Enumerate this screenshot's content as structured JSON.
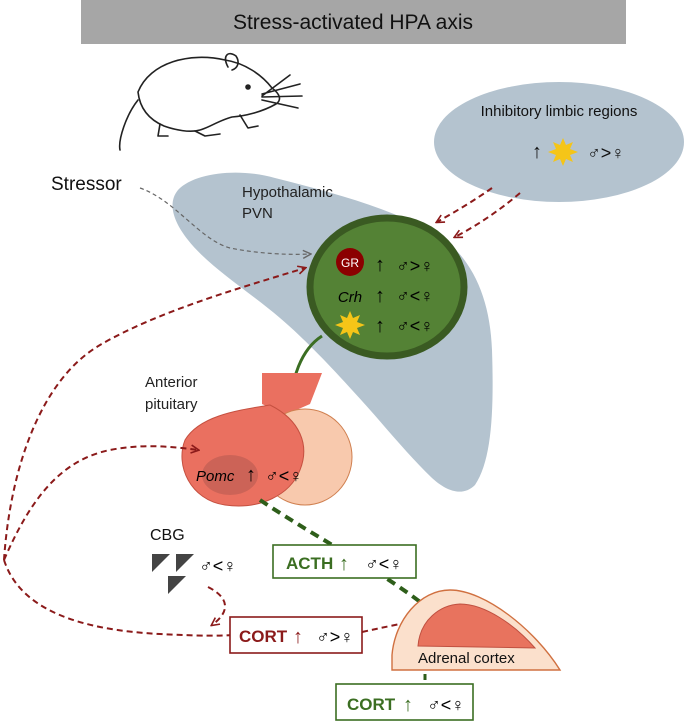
{
  "title": "Stress-activated HPA axis",
  "labels": {
    "stressor": "Stressor",
    "limbic": "Inhibitory limbic regions",
    "pvn_line1": "Hypothalamic",
    "pvn_line2": "PVN",
    "pit_line1": "Anterior",
    "pit_line2": "pituitary",
    "cbg": "CBG",
    "adrenal": "Adrenal cortex"
  },
  "limbic_row": {
    "arrow": "↑",
    "sex": "♂>♀"
  },
  "pvn_rows": [
    {
      "badge": "GR",
      "arrow": "↑",
      "sex": "♂>♀"
    },
    {
      "gene": "Crh",
      "arrow": "↑",
      "sex": "♂<♀"
    },
    {
      "arrow": "↑",
      "sex": "♂<♀"
    }
  ],
  "pomc": {
    "gene": "Pomc",
    "arrow": "↑",
    "sex": "♂<♀"
  },
  "cbg_sex": "♂<♀",
  "boxes": {
    "acth": {
      "label": "ACTH",
      "arrow": "↑",
      "sex": "♂<♀"
    },
    "cort_red": {
      "label": "CORT",
      "arrow": "↑",
      "sex": "♂>♀"
    },
    "cort_green": {
      "label": "CORT",
      "arrow": "↑",
      "sex": "♂<♀"
    }
  },
  "colors": {
    "title_bg": "#a6a6a6",
    "region_grey": "#b4c3cf",
    "pvn_fill": "#548235",
    "pvn_border": "#3a5a22",
    "gr_badge": "#8b0000",
    "pituitary_dark": "#ea7060",
    "pituitary_light": "#f8c9ad",
    "adrenal_outer": "#fbe0cc",
    "adrenal_inner": "#e8735e",
    "feedback_red": "#8b1a1a",
    "green_box": "#3b6e22",
    "red_box": "#8b1a1a",
    "star": "#f5c518"
  }
}
